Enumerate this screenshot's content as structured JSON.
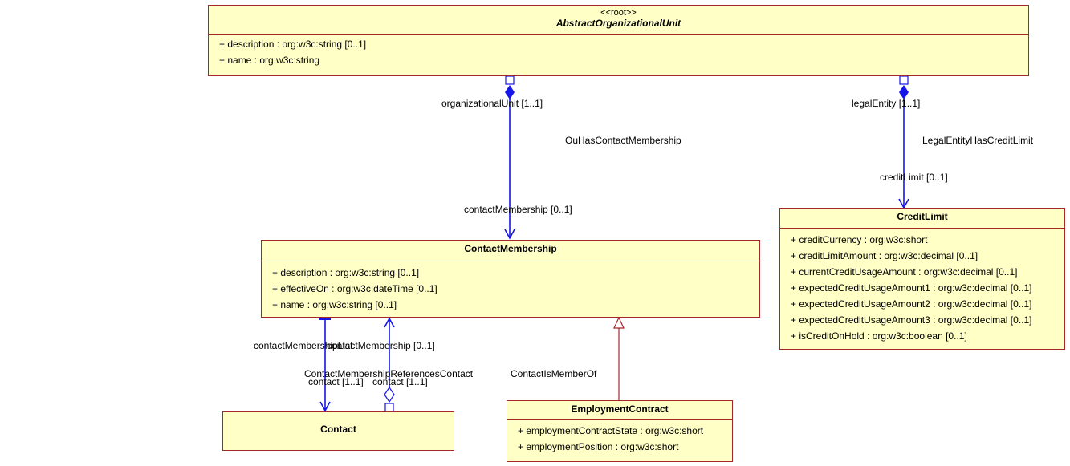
{
  "classes": {
    "abstract_unit": {
      "stereotype": "<<root>>",
      "name": "AbstractOrganizationalUnit",
      "attributes": [
        "+ description : org:w3c:string [0..1]",
        "+ name : org:w3c:string"
      ]
    },
    "contact_membership": {
      "name": "ContactMembership",
      "attributes": [
        "+ description : org:w3c:string [0..1]",
        "+ effectiveOn : org:w3c:dateTime [0..1]",
        "+ name : org:w3c:string [0..1]"
      ]
    },
    "credit_limit": {
      "name": "CreditLimit",
      "attributes": [
        "+ creditCurrency : org:w3c:short",
        "+ creditLimitAmount : org:w3c:decimal [0..1]",
        "+ currentCreditUsageAmount : org:w3c:decimal [0..1]",
        "+ expectedCreditUsageAmount1 : org:w3c:decimal [0..1]",
        "+ expectedCreditUsageAmount2 : org:w3c:decimal [0..1]",
        "+ expectedCreditUsageAmount3 : org:w3c:decimal [0..1]",
        "+ isCreditOnHold : org:w3c:boolean [0..1]"
      ]
    },
    "contact": {
      "name": "Contact",
      "attributes": []
    },
    "employment_contract": {
      "name": "EmploymentContract",
      "attributes": [
        "+ employmentContractState : org:w3c:short",
        "+ employmentPosition : org:w3c:short"
      ]
    }
  },
  "labels": {
    "organizational_unit_role": "organizationalUnit [1..1]",
    "ou_has_contact_membership": "OuHasContactMembership",
    "contact_membership_role": "contactMembership [0..1]",
    "legal_entity_role": "legalEntity [1..1]",
    "legal_entity_has_credit_limit": "LegalEntityHasCreditLimit",
    "credit_limit_role": "creditLimit [0..1]",
    "contact_membership_list_role": "contactMembershipList",
    "contact_membership_role_2": "contactMembership [0..1]",
    "contact_membership_references_contact": "ContactMembershipReferencesContact",
    "contact_role_1": "contact [1..1]",
    "contact_role_2": "contact [1..1]",
    "contact_is_member_of": "ContactIsMemberOf"
  },
  "colors": {
    "edge": "#1515e8",
    "class_border": "#a4272a",
    "class_fill": "#ffffc6"
  }
}
